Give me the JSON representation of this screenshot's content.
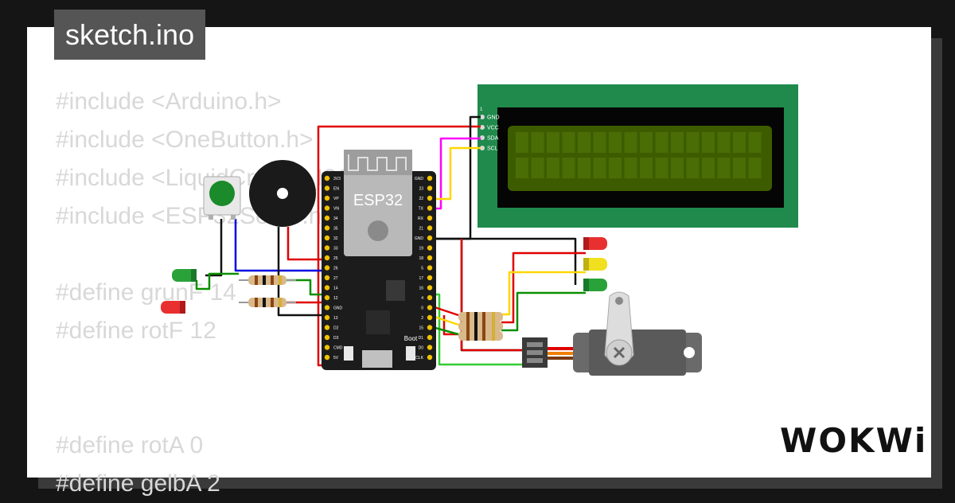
{
  "tab": {
    "filename": "sketch.ino"
  },
  "code_lines": [
    "#include <Arduino.h>",
    "#include <OneButton.h>",
    "#include <LiquidCrystal_I2C.h>",
    "#include <ESP32Servo.h>",
    "",
    "#define grunF 14",
    "#define rotF 12",
    "",
    "",
    "#define rotA 0",
    "#define gelbA 2"
  ],
  "board": {
    "label": "ESP32",
    "boot_label": "Boot",
    "left_pins": [
      "3V3",
      "EN",
      "VP",
      "VN",
      "34",
      "35",
      "32",
      "33",
      "25",
      "26",
      "27",
      "14",
      "12",
      "GND",
      "13",
      "D2",
      "D3",
      "CMD",
      "5V"
    ],
    "right_pins": [
      "GND",
      "23",
      "22",
      "TX",
      "RX",
      "21",
      "GND",
      "19",
      "18",
      "5",
      "17",
      "16",
      "4",
      "0",
      "2",
      "15",
      "D1",
      "D0",
      "CLK"
    ]
  },
  "lcd": {
    "pins": [
      "GND",
      "VCC",
      "SDA",
      "SCL"
    ],
    "pin1_label": "1"
  },
  "brand": {
    "name": "WOKWi"
  },
  "colors": {
    "background": "#151515",
    "panel": "#ffffff",
    "code_text": "#d8d8d8",
    "tab_bg": "#555555",
    "board": "#1c1c1c",
    "lcd_pcb": "#1f8a4c",
    "lcd_screen": "#3d5c00",
    "wire_red": "#e00000",
    "wire_blue": "#0000e0",
    "wire_green": "#0a8f00",
    "wire_light_green": "#33cc33",
    "wire_yellow": "#ffd700",
    "wire_magenta": "#ff00ff",
    "wire_black": "#111111",
    "wire_orange": "#f08000"
  }
}
